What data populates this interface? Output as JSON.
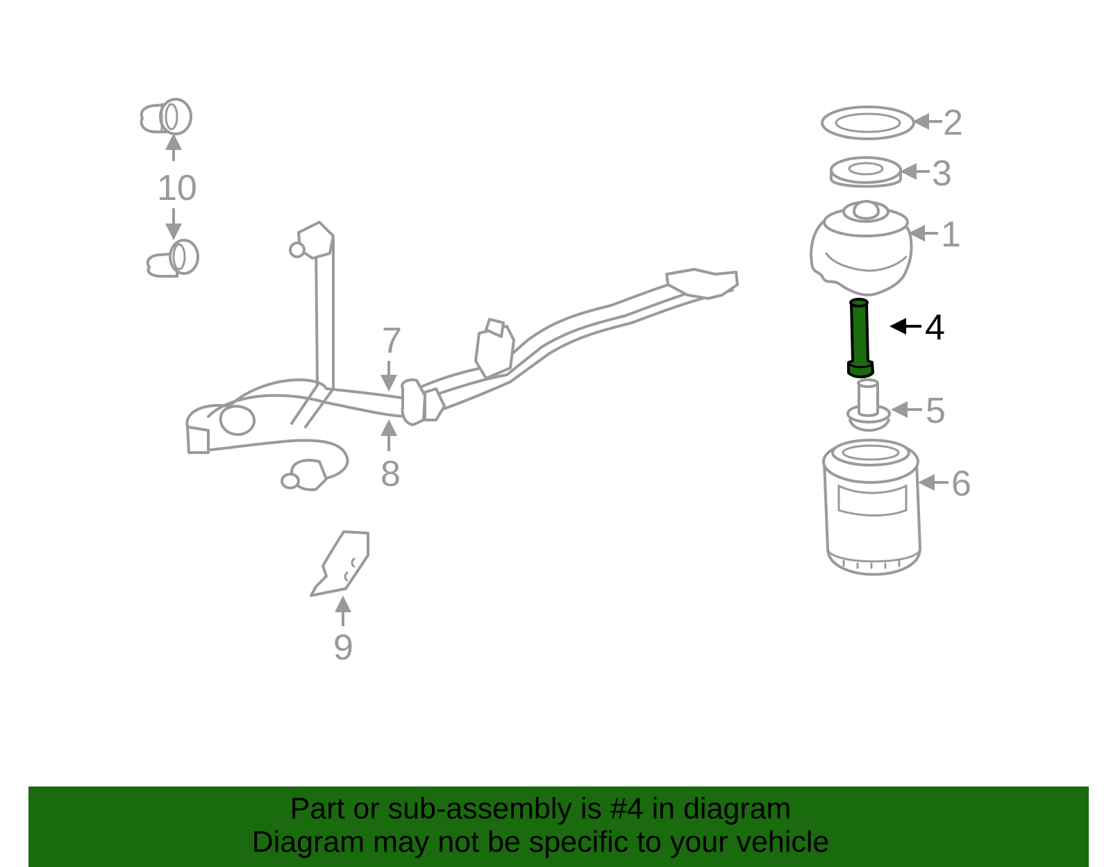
{
  "diagram": {
    "callouts": {
      "c1": "1",
      "c2": "2",
      "c3": "3",
      "c4": "4",
      "c5": "5",
      "c6": "6",
      "c7": "7",
      "c8": "8",
      "c9": "9",
      "c10": "10"
    },
    "highlighted_part": "4",
    "colors": {
      "highlight": "#1a6b0e",
      "parts": "#9a9a9a",
      "banner": "#1a6b0e"
    }
  },
  "footer": {
    "line1": "Part or sub-assembly is #4 in diagram",
    "line2": "Diagram may not be specific to your vehicle"
  }
}
